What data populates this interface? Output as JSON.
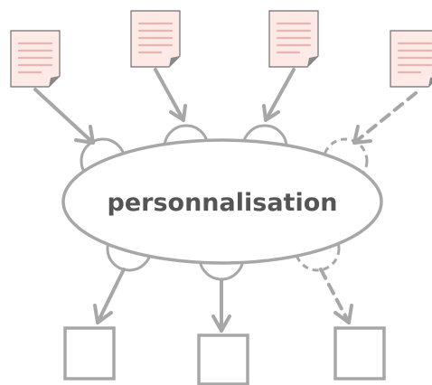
{
  "diagram": {
    "hub_label": "personnalisation",
    "colors": {
      "line": "#a7a7a7",
      "document_fill": "#fde9e6",
      "document_lines": "#e8b6b0",
      "label": "#555555"
    },
    "inputs": [
      {
        "style": "solid"
      },
      {
        "style": "solid"
      },
      {
        "style": "solid"
      },
      {
        "style": "dashed"
      }
    ],
    "outputs": [
      {
        "style": "solid"
      },
      {
        "style": "solid"
      },
      {
        "style": "dashed"
      }
    ]
  }
}
